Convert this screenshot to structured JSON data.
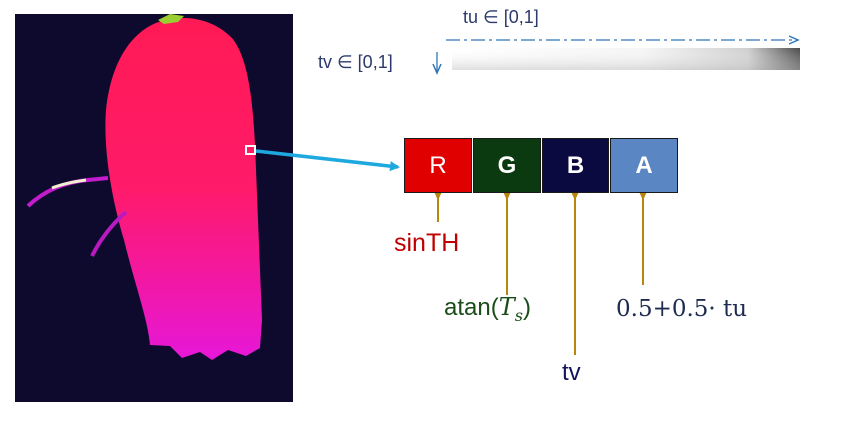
{
  "tu_label": "tu ∈ [0,1]",
  "tv_label": "tv ∈ [0,1]",
  "channels": [
    {
      "letter": "R",
      "color": "#e00000",
      "text_color": "#ffffff"
    },
    {
      "letter": "G",
      "color": "#0c3a10",
      "text_color": "#ffffff"
    },
    {
      "letter": "B",
      "color": "#0a0a40",
      "text_color": "#ffffff"
    },
    {
      "letter": "A",
      "color": "#5b86c4",
      "text_color": "#ffffff"
    }
  ],
  "formulas": {
    "r": "sinTH",
    "g_prefix": "atan(",
    "g_var": "T",
    "g_sub": "s",
    "g_suffix": ")",
    "b": "tv",
    "a": "0.5+0.5· tu"
  },
  "colors": {
    "accent_blue": "#2e75b6",
    "arrow_cyan": "#1ea8e0",
    "arrow_brown": "#b8860b",
    "r_text": "#c00000",
    "g_text": "#1a4d1a",
    "b_text": "#14145a",
    "a_text": "#1f2b50",
    "panel_bg": "#0e0a2e"
  }
}
